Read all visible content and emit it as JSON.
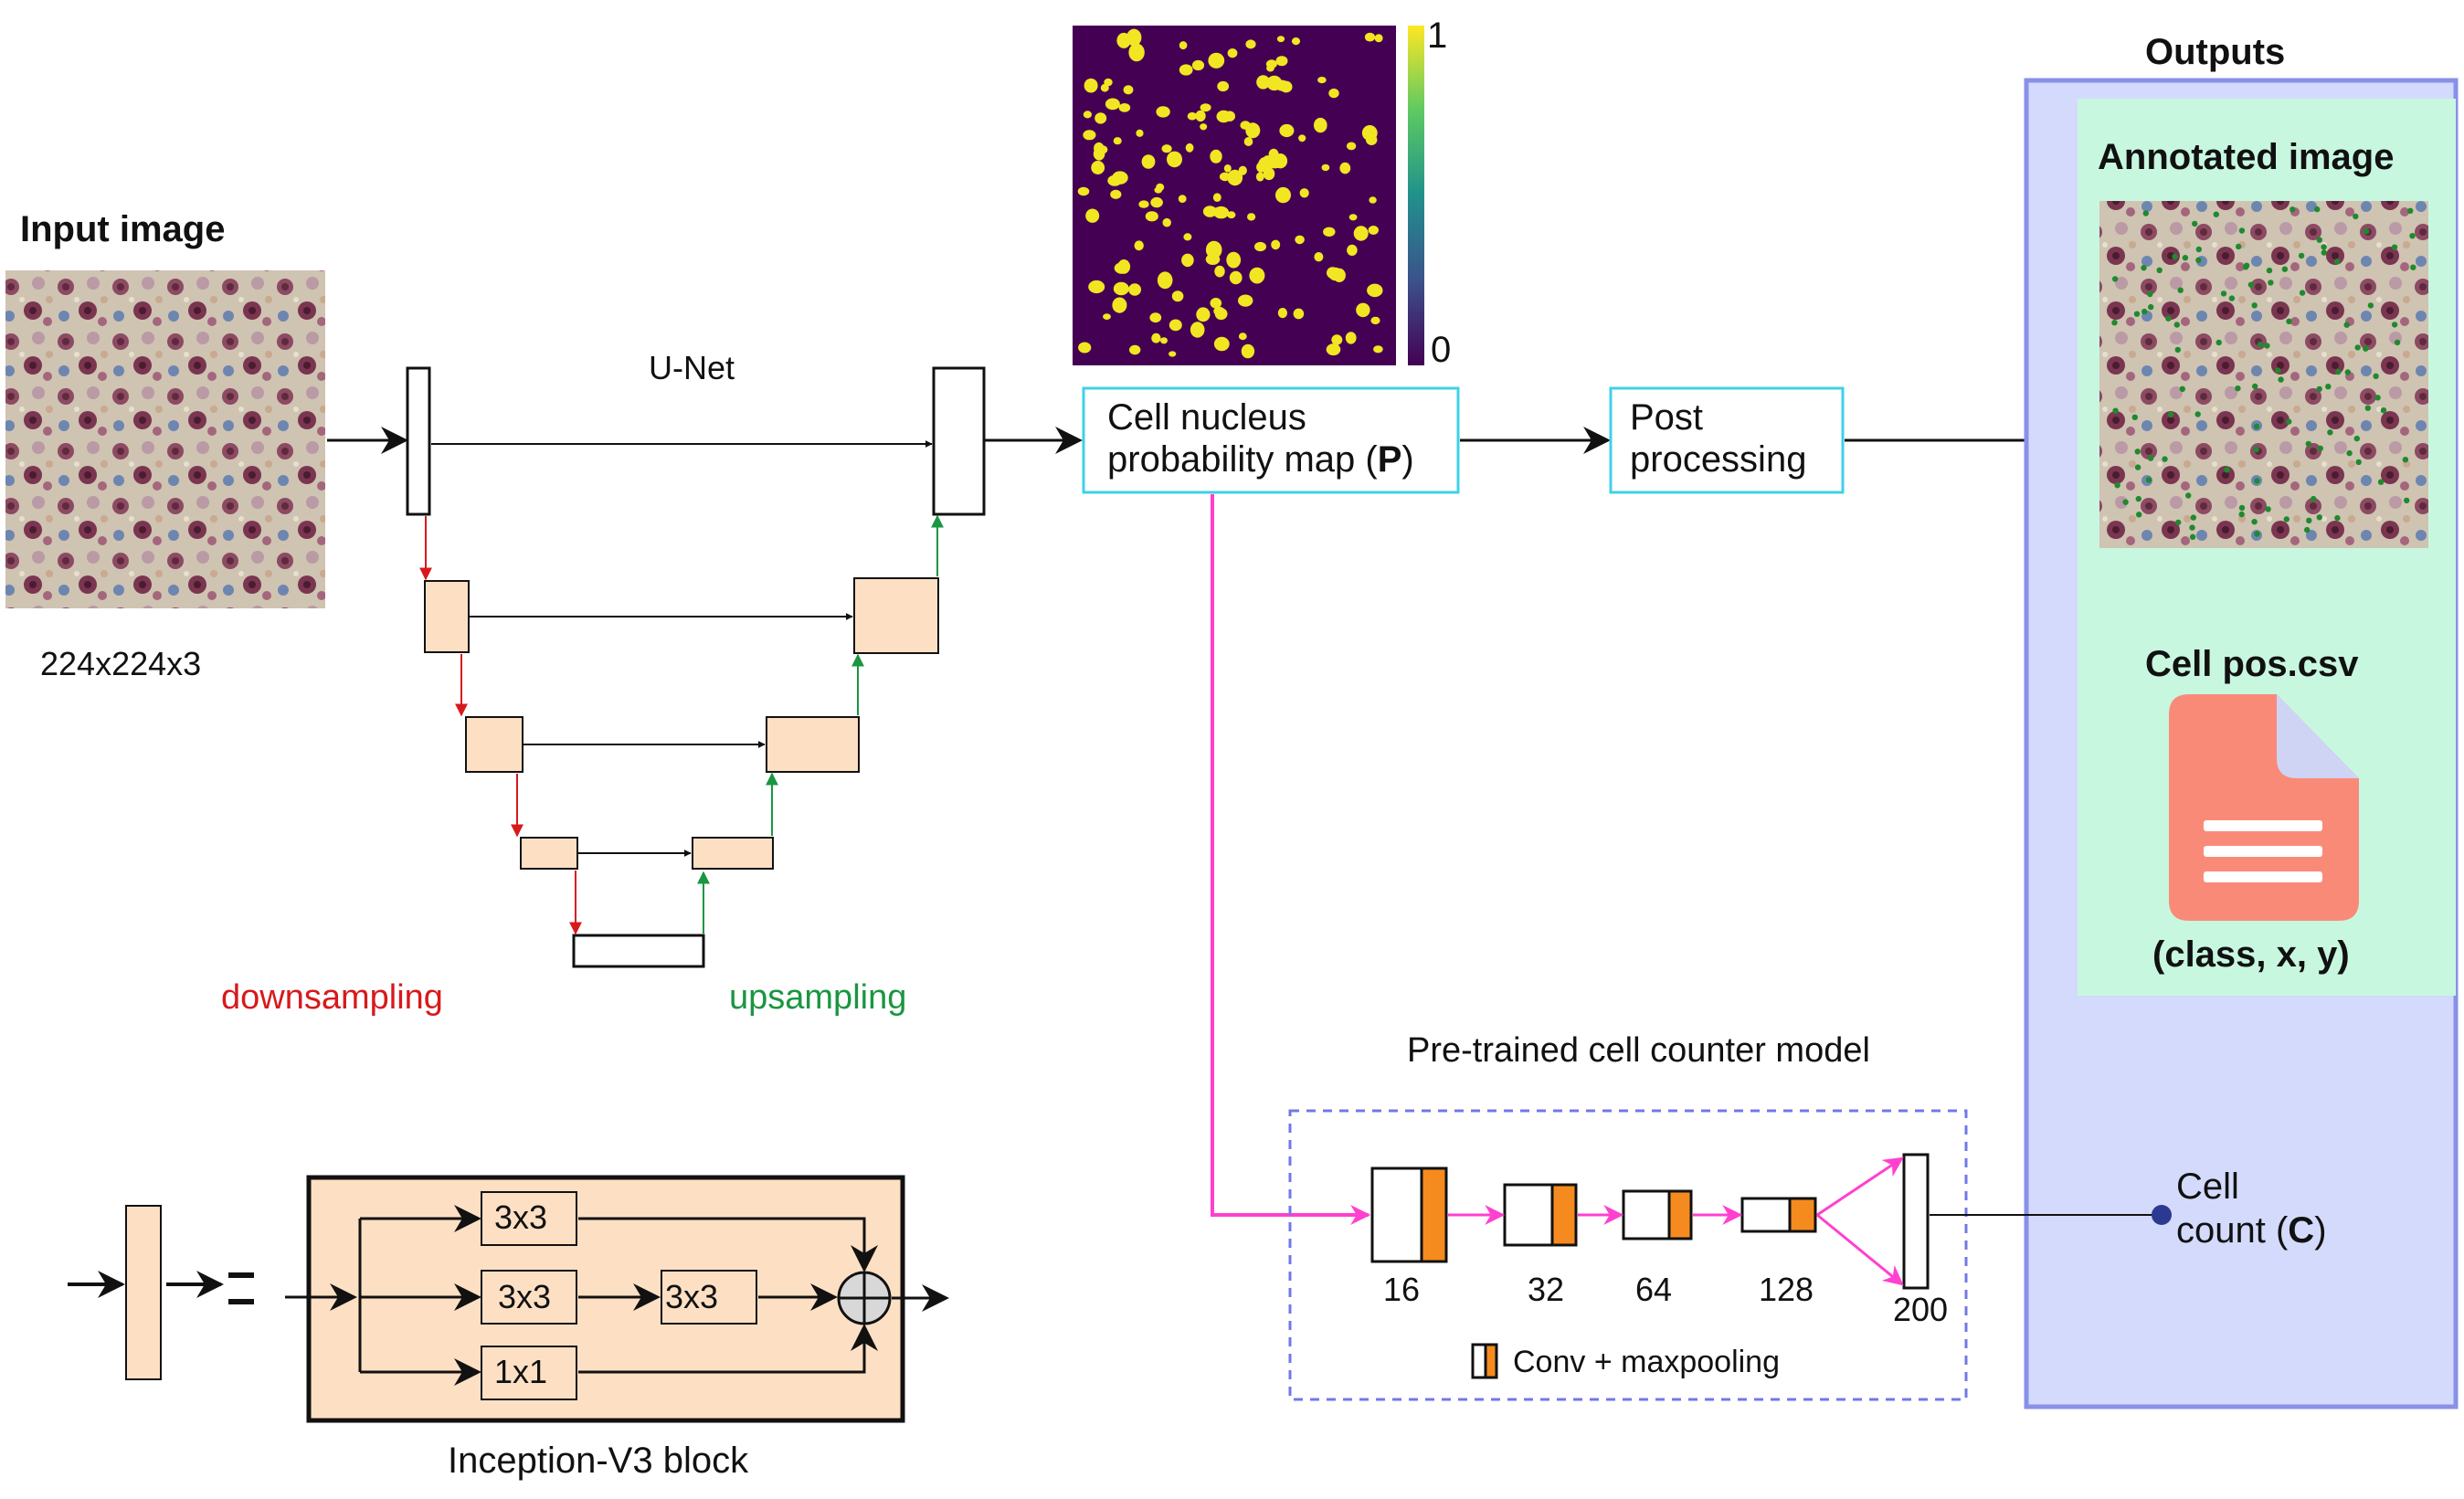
{
  "input": {
    "title": "Input image",
    "dims": "224x224x3"
  },
  "unet": {
    "title": "U-Net",
    "downsampling": "downsampling",
    "upsampling": "upsampling"
  },
  "probmap": {
    "line1": "Cell nucleus",
    "line2_prefix": "probability map (",
    "line2_bold": "P",
    "line2_suffix": ")",
    "colorbar_max": "1",
    "colorbar_min": "0"
  },
  "post": {
    "line1": "Post",
    "line2": "processing"
  },
  "outputs": {
    "title": "Outputs",
    "annotated_title": "Annotated image",
    "csv_title": "Cell pos.csv",
    "csv_fields": "(class, x, y)"
  },
  "counter": {
    "title": "Pre-trained cell counter model",
    "sizes": [
      "16",
      "32",
      "64",
      "128",
      "200"
    ],
    "legend": "Conv + maxpooling"
  },
  "cell_count": {
    "line1": "Cell",
    "line2_prefix": "count (",
    "line2_bold": "C",
    "line2_suffix": ")"
  },
  "inception": {
    "title": "Inception-V3 block",
    "conv_a": "3x3",
    "conv_b": "3x3",
    "conv_c": "3x3",
    "conv_d": "1x1"
  },
  "colors": {
    "downsampling": "#d7191c",
    "upsampling": "#1a9641",
    "magenta": "#ff40d0",
    "cyan": "#3fd0e8",
    "skin": "#fde0c4",
    "orange": "#f58b1f",
    "outputs_bg": "#d4dafb",
    "outputs_border": "#8890e8",
    "annotated_bg": "#c8f7e0",
    "file_body": "#fa8a78",
    "file_fold": "#cfd4f5",
    "dot_blue": "#2b3990"
  }
}
